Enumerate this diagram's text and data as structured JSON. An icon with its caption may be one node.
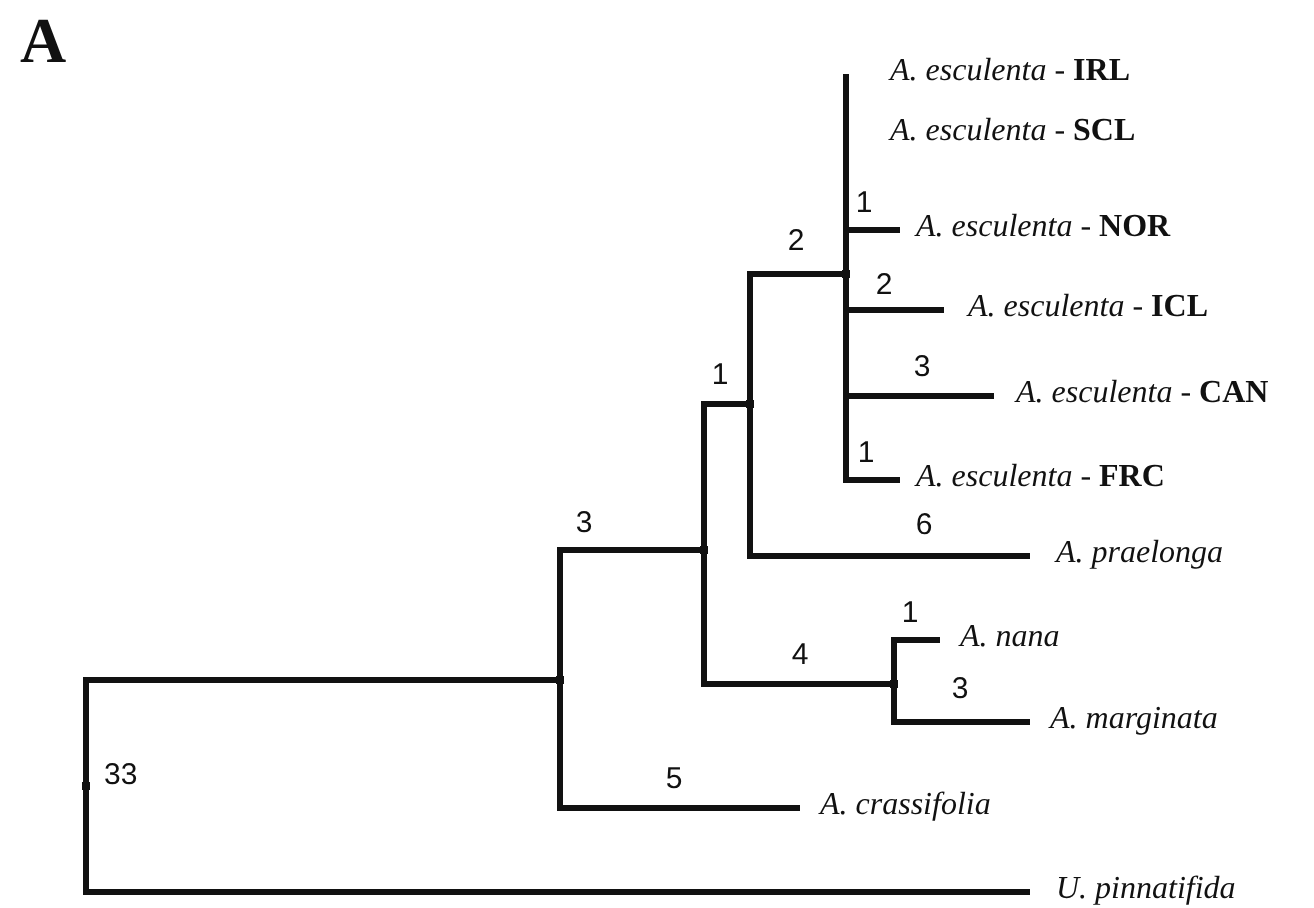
{
  "diagram": {
    "nodes": [
      {
        "text": [],
        "shape": "point"
      },
      {
        "text": [],
        "shape": "point"
      },
      {
        "text": [],
        "shape": "point"
      },
      {
        "text": [],
        "shape": "point"
      },
      {
        "text": [],
        "shape": "point"
      },
      {
        "text": [
          "*A. esculenta* - **IRL**"
        ]
      },
      {
        "text": [
          "*A. esculenta* - **SCL**"
        ]
      },
      {
        "text": [
          "*A. esculenta* - **NOR**"
        ]
      },
      {
        "text": [
          "*A. esculenta* - **ICL**"
        ]
      },
      {
        "text": [
          "*A. esculenta* - **CAN**"
        ]
      },
      {
        "text": [
          "*A. esculenta* - **FRC**"
        ]
      },
      {
        "text": [
          "A. praelonga"
        ]
      },
      {
        "text": [],
        "shape": "point"
      },
      {
        "text": [
          "A. nana"
        ]
      },
      {
        "text": [
          "A. marginata"
        ]
      },
      {
        "text": [
          "A. crassifolia"
        ]
      },
      {
        "text": [
          "U. pinnatifida"
        ]
      }
    ],
    "edges": [
      {
        "from": 0,
        "to": 1,
        "arrow": "none"
      },
      {
        "from": 0,
        "to": 16,
        "arrow": "none"
      },
      {
        "from": 1,
        "to": 2,
        "arrow": "none",
        "label": "3"
      },
      {
        "from": 1,
        "to": 15,
        "arrow": "none",
        "label": "5"
      },
      {
        "from": 2,
        "to": 3,
        "arrow": "none",
        "label": "1"
      },
      {
        "from": 2,
        "to": 12,
        "arrow": "none",
        "label": "4"
      },
      {
        "from": 3,
        "to": 4,
        "arrow": "none",
        "label": "2"
      },
      {
        "from": 3,
        "to": 11,
        "arrow": "none",
        "label": "6"
      },
      {
        "from": 4,
        "to": 5,
        "arrow": "none"
      },
      {
        "from": 4,
        "to": 6,
        "arrow": "none"
      },
      {
        "from": 4,
        "to": 7,
        "arrow": "none",
        "label": "1"
      },
      {
        "from": 4,
        "to": 8,
        "arrow": "none",
        "label": "2"
      },
      {
        "from": 4,
        "to": 9,
        "arrow": "none",
        "label": "3"
      },
      {
        "from": 4,
        "to": 10,
        "arrow": "none",
        "label": "1"
      },
      {
        "from": 12,
        "to": 13,
        "arrow": "none",
        "label": "1"
      },
      {
        "from": 12,
        "to": 14,
        "arrow": "none",
        "label": "3"
      }
    ],
    "labels": [
      "A",
      "33"
    ]
  }
}
